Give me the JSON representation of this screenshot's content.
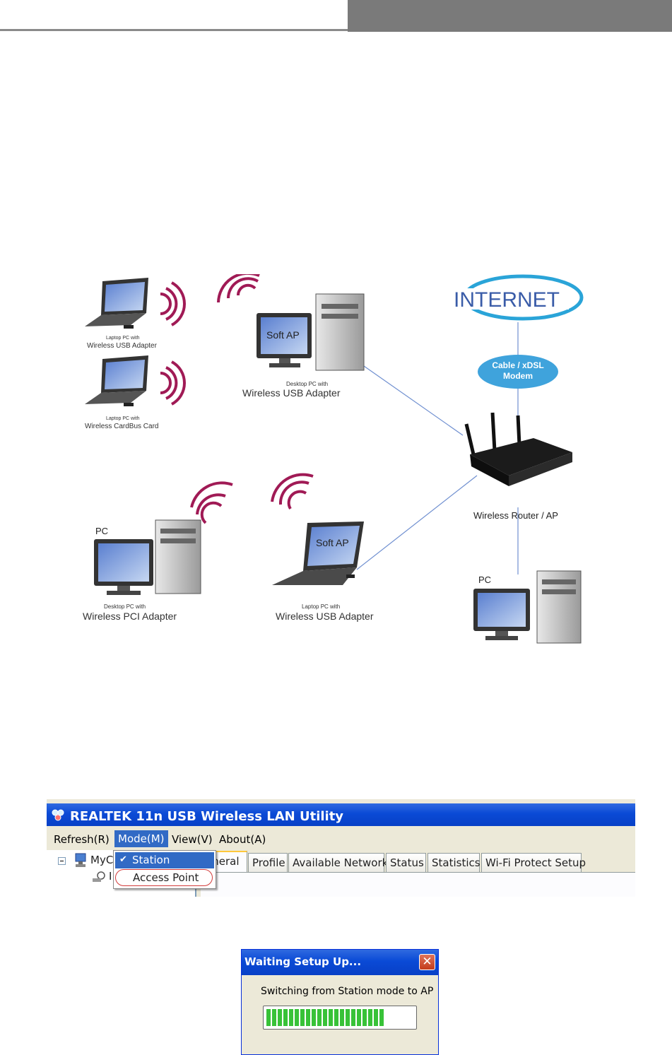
{
  "diagram": {
    "internet_label": "INTERNET",
    "modem_label_line1": "Cable / xDSL",
    "modem_label_line2": "Modem",
    "router_label": "Wireless Router / AP",
    "pc_right_label": "PC",
    "pc_left_label": "PC",
    "laptop1_small": "Laptop PC with",
    "laptop1_big": "Wireless USB Adapter",
    "laptop2_small": "Laptop PC with",
    "laptop2_big": "Wireless CardBus Card",
    "desktop_softap_small": "Desktop PC with",
    "desktop_softap_big": "Wireless USB Adapter",
    "softap_text": "Soft AP",
    "desktop_pci_small": "Desktop PC with",
    "desktop_pci_big": "Wireless PCI Adapter",
    "laptop_softap_small": "Laptop PC with",
    "laptop_softap_big": "Wireless USB Adapter",
    "softap_text2": "Soft AP"
  },
  "utility": {
    "title": "REALTEK 11n USB Wireless LAN Utility",
    "menu": [
      "Refresh(R)",
      "Mode(M)",
      "View(V)",
      "About(A)"
    ],
    "tree_text": "MyC",
    "tree_text2": "I",
    "tabs": [
      "eneral",
      "Profile",
      "Available Network",
      "Status",
      "Statistics",
      "Wi-Fi Protect Setup"
    ],
    "mode_menu": {
      "selected": "Station",
      "other": "Access Point",
      "check": "✔"
    }
  },
  "dialog": {
    "title": "Waiting Setup Up...",
    "close_glyph": "✕",
    "message": "Switching from Station mode to AP",
    "progress_fraction": 0.8
  }
}
